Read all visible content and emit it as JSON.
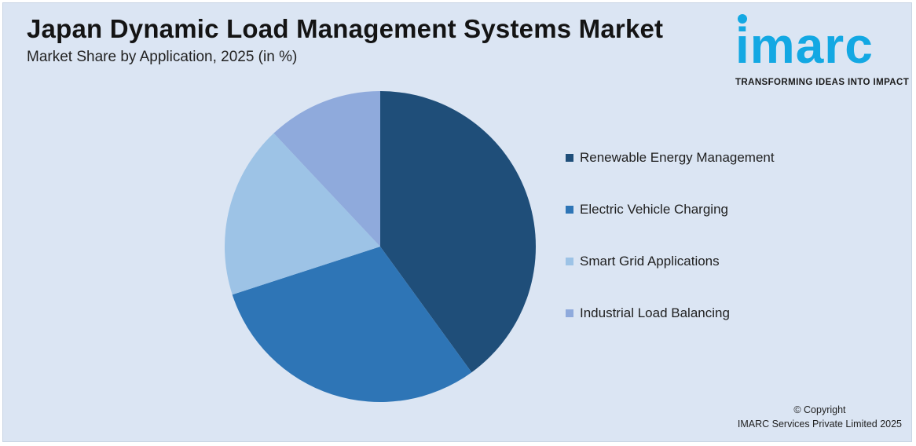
{
  "header": {
    "title": "Japan Dynamic Load Management Systems Market",
    "subtitle": "Market Share by Application, 2025 (in %)"
  },
  "logo": {
    "wordmark": "imarc",
    "tagline": "TRANSFORMING IDEAS INTO IMPACT",
    "color": "#13a8e3"
  },
  "chart_data": {
    "type": "pie",
    "categories": [
      "Renewable Energy Management",
      "Electric Vehicle Charging",
      "Smart Grid Applications",
      "Industrial Load Balancing"
    ],
    "values": [
      40,
      30,
      18,
      12
    ],
    "colors": [
      "#1f4e79",
      "#2e75b6",
      "#9dc3e6",
      "#8faadc"
    ],
    "legend_position": "right",
    "start_angle_deg": 0,
    "direction": "clockwise"
  },
  "footer": {
    "copyright_line1": "© Copyright",
    "copyright_line2": "IMARC Services Private Limited 2025"
  }
}
